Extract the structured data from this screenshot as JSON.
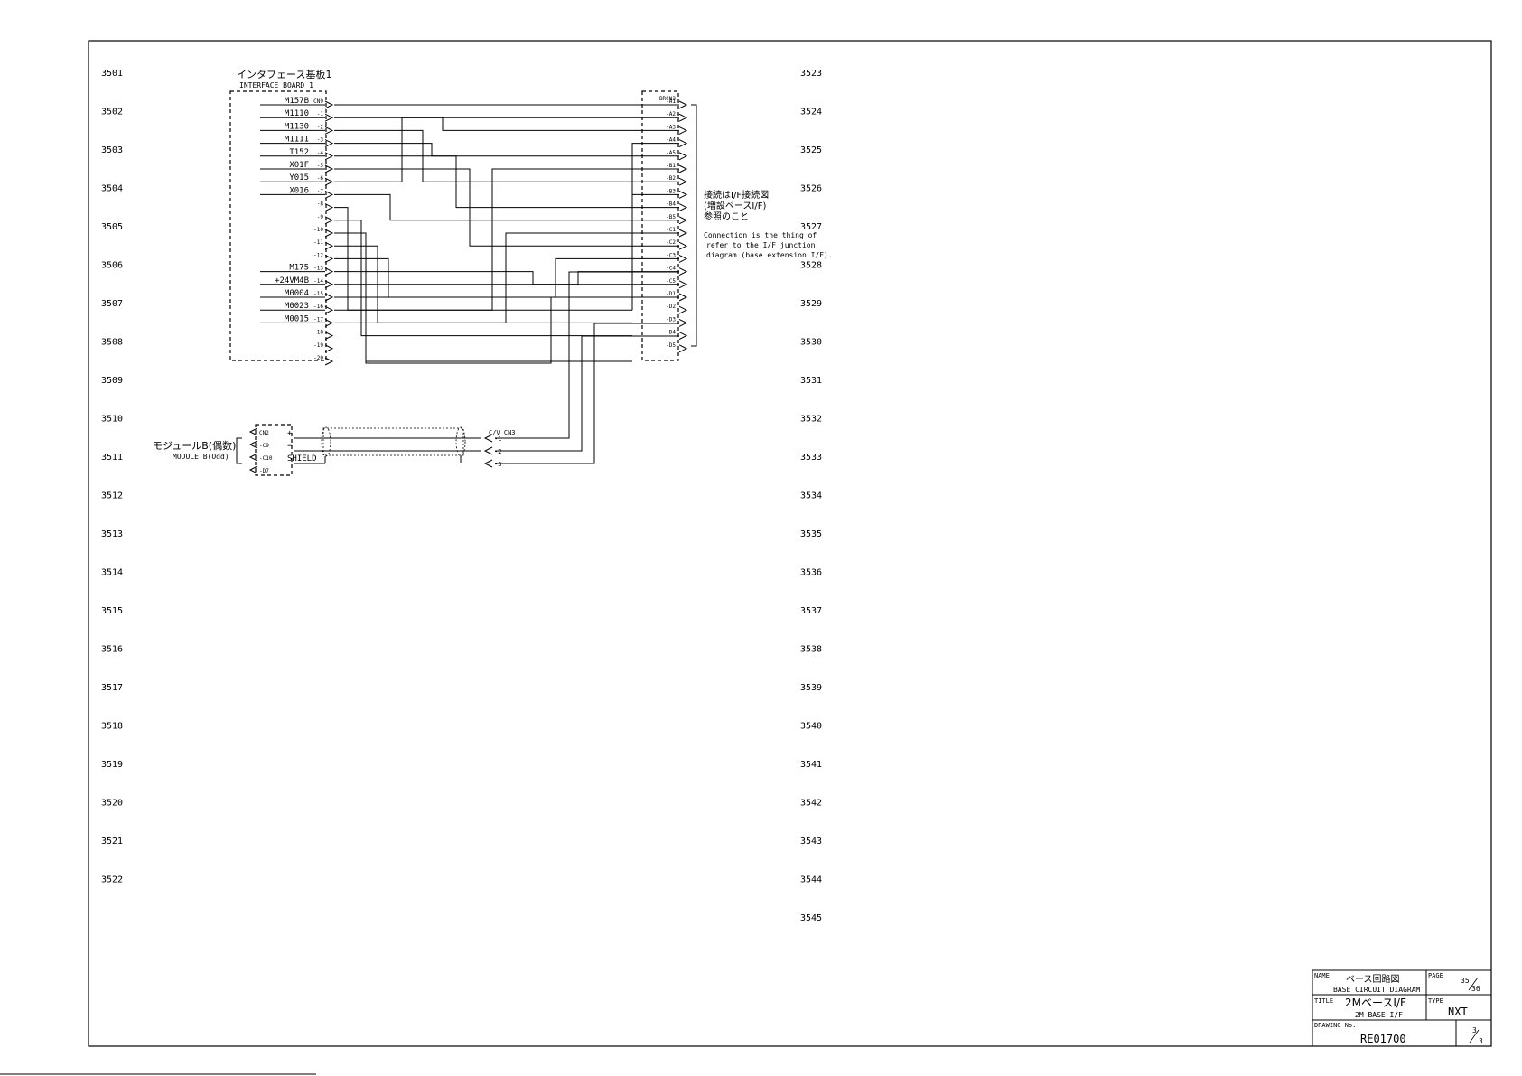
{
  "line_numbers_left": [
    "3501",
    "3502",
    "3503",
    "3504",
    "3505",
    "3506",
    "3507",
    "3508",
    "3509",
    "3510",
    "3511",
    "3512",
    "3513",
    "3514",
    "3515",
    "3516",
    "3517",
    "3518",
    "3519",
    "3520",
    "3521",
    "3522"
  ],
  "line_numbers_right": [
    "3523",
    "3524",
    "3525",
    "3526",
    "3527",
    "3528",
    "3529",
    "3530",
    "3531",
    "3532",
    "3533",
    "3534",
    "3535",
    "3536",
    "3537",
    "3538",
    "3539",
    "3540",
    "3541",
    "3542",
    "3543",
    "3544",
    "3545"
  ],
  "interface_board": {
    "title_jp": "インタフェース基板1",
    "title_en": "INTERFACE BOARD 1",
    "connector": "CN9",
    "pins": [
      {
        "signal": "M157B",
        "pin": "CN9"
      },
      {
        "signal": "M1110",
        "pin": "-1"
      },
      {
        "signal": "M1130",
        "pin": "-2"
      },
      {
        "signal": "M1111",
        "pin": "-3"
      },
      {
        "signal": "T152",
        "pin": "-4"
      },
      {
        "signal": "X01F",
        "pin": "-5"
      },
      {
        "signal": "Y015",
        "pin": "-6"
      },
      {
        "signal": "X016",
        "pin": "-7"
      },
      {
        "signal": "",
        "pin": "-8"
      },
      {
        "signal": "",
        "pin": "-9"
      },
      {
        "signal": "",
        "pin": "-10"
      },
      {
        "signal": "",
        "pin": "-11"
      },
      {
        "signal": "",
        "pin": "-12"
      },
      {
        "signal": "M175",
        "pin": "-13"
      },
      {
        "signal": "+24VM4B",
        "pin": "-14"
      },
      {
        "signal": "M0004",
        "pin": "-15"
      },
      {
        "signal": "M0023",
        "pin": "-16"
      },
      {
        "signal": "M0015",
        "pin": "-17"
      },
      {
        "signal": "",
        "pin": "-18"
      },
      {
        "signal": "",
        "pin": "-19"
      },
      {
        "signal": "",
        "pin": "-20"
      }
    ]
  },
  "brcn": {
    "connector": "BRCN3",
    "pins": [
      "-A1",
      "-A2",
      "-A3",
      "-A4",
      "-A5",
      "-B1",
      "-B2",
      "-B3",
      "-B4",
      "-B5",
      "-C1",
      "-C2",
      "-C3",
      "-C4",
      "-C5",
      "-D1",
      "-D2",
      "-D3",
      "-D4",
      "-D5"
    ]
  },
  "note": {
    "jp_line1": "接続はI/F接続図",
    "jp_line2": "(増設ベースI/F)",
    "jp_line3": "参照のこと",
    "en_line1": "Connection is the thing of",
    "en_line2": "refer to the I/F junction",
    "en_line3": "diagram (base extension I/F)."
  },
  "module": {
    "title_jp": "モジュールB(偶数)",
    "title_en": "MODULE B(Odd)",
    "pins": [
      "CN2",
      "-C9",
      "-C10",
      "-D7"
    ],
    "plus": "+",
    "minus": "−",
    "shield": "SHIELD",
    "cv_connector": "C/V CN3",
    "cv_pins": [
      "-1",
      "-2",
      "-3"
    ]
  },
  "title_block": {
    "name_label": "NAME",
    "name_jp": "ベース回路図",
    "name_en": "BASE CIRCUIT DIAGRAM",
    "page_label": "PAGE",
    "page_num": "35",
    "page_total": "36",
    "title_label": "TITLE",
    "title_jp": "2MベースI/F",
    "title_en": "2M BASE I/F",
    "type_label": "TYPE",
    "type_value": "NXT",
    "drawing_label": "DRAWING No.",
    "drawing_no": "RE01700",
    "sheet_num": "3",
    "sheet_total": "3"
  }
}
